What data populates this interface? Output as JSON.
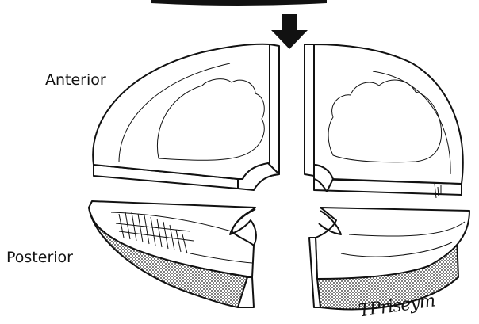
{
  "labels": {
    "anterior": "Anterior",
    "posterior": "Posterior"
  },
  "signature": "TPriseym",
  "colors": {
    "ink": "#111111",
    "paper": "#ffffff",
    "hatch": "#444444"
  }
}
